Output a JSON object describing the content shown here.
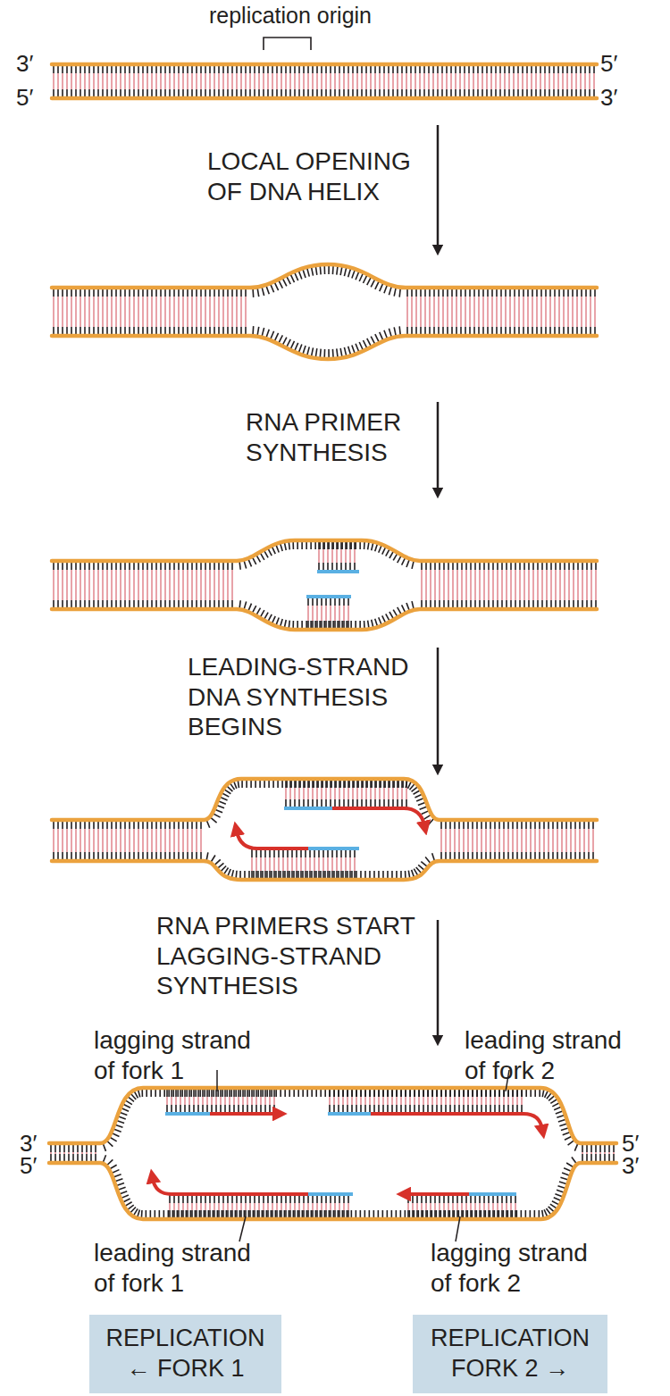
{
  "diagram": {
    "nodes": [
      {
        "text": [
          "REPLICATION ← FORK 1"
        ]
      },
      {
        "text": [
          "REPLICATION FORK 2 →"
        ]
      }
    ],
    "labels": [
      "replication origin",
      "3′",
      "5′",
      "5′",
      "3′",
      "LOCAL OPENING OF DNA HELIX",
      "RNA PRIMER SYNTHESIS",
      "LEADING-STRAND DNA SYNTHESIS BEGINS",
      "RNA PRIMERS START LAGGING-STRAND SYNTHESIS",
      "lagging strand of fork 1",
      "leading strand of fork 2",
      "3′",
      "5′",
      "5′",
      "3′",
      "leading strand of fork 1",
      "lagging strand of fork 2"
    ]
  }
}
